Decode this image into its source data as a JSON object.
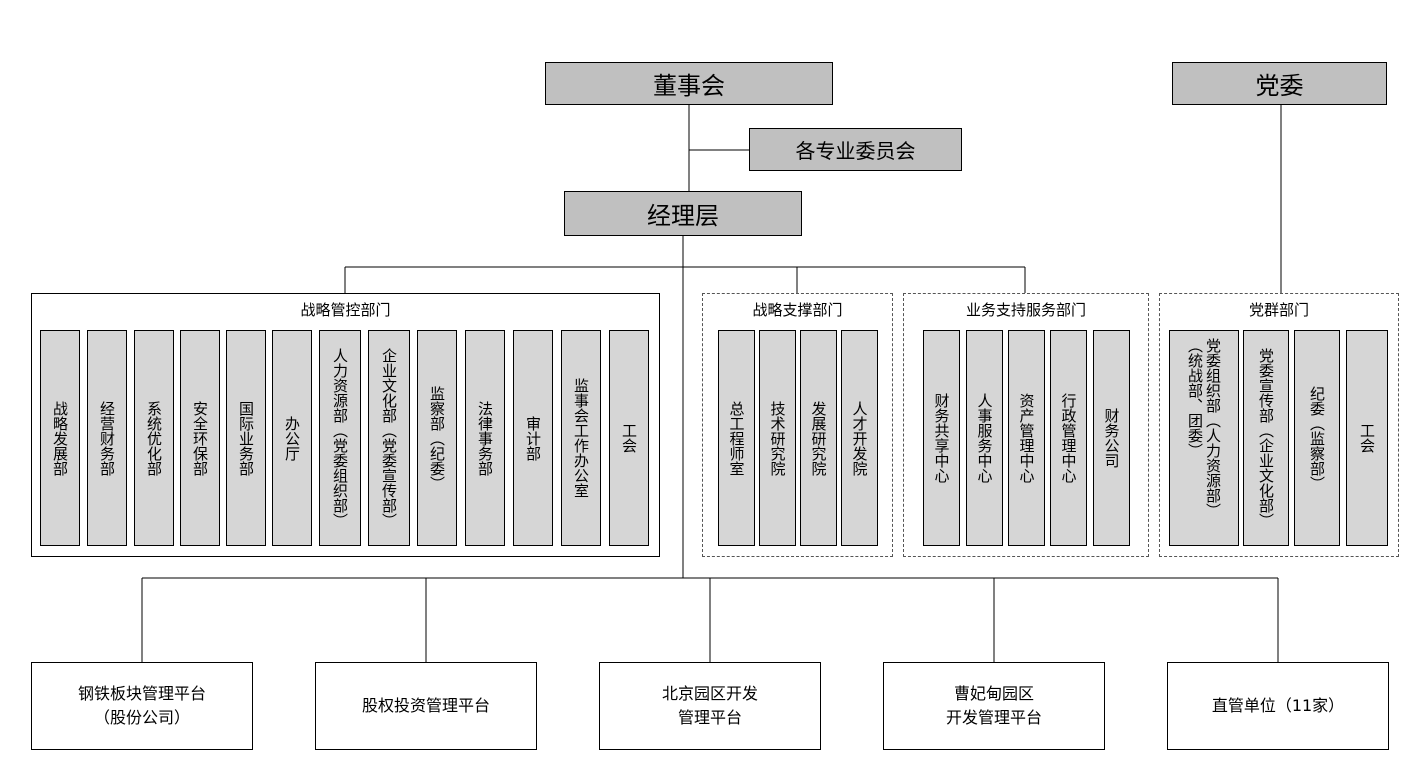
{
  "top": {
    "board": "董事会",
    "party_committee": "党委",
    "committees": "各专业委员会",
    "management": "经理层"
  },
  "groups": [
    {
      "label": "战略管控部门",
      "items": [
        "战略发展部",
        "经营财务部",
        "系统优化部",
        "安全环保部",
        "国际业务部",
        "办公厅",
        "人力资源部（党委组织部）",
        "企业文化部（党委宣传部）",
        "监察部（纪委）",
        "法律事务部",
        "审计部",
        "监事会工作办公室",
        "工会"
      ]
    },
    {
      "label": "战略支撑部门",
      "items": [
        "总工程师室",
        "技术研究院",
        "发展研究院",
        "人才开发院"
      ]
    },
    {
      "label": "业务支持服务部门",
      "items": [
        "财务共享中心",
        "人事服务中心",
        "资产管理中心",
        "行政管理中心",
        "财务公司"
      ]
    },
    {
      "label": "党群部门",
      "items": [
        "党委组织部（人力资源部）（统战部、团委）",
        "党委宣传部（企业文化部）",
        "纪委（监察部）",
        "工会"
      ]
    }
  ],
  "platforms": [
    "钢铁板块管理平台\n（股份公司）",
    "股权投资管理平台",
    "北京园区开发\n管理平台",
    "曹妃甸园区\n开发管理平台",
    "直管单位（11家）"
  ]
}
